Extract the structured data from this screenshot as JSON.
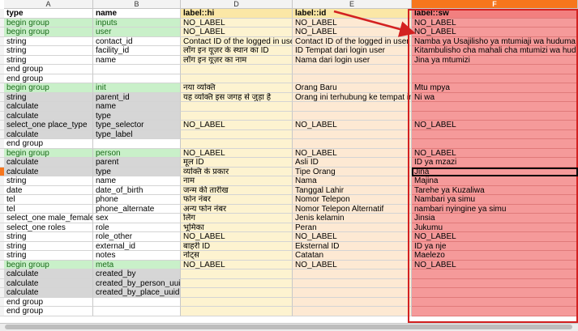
{
  "columns": [
    "A",
    "B",
    "D",
    "E",
    "F"
  ],
  "header": {
    "a": "type",
    "b": "name",
    "d": "label::hi",
    "e": "label::id",
    "f": "label::sw"
  },
  "rows": [
    {
      "style": "green",
      "a": "begin group",
      "b": "inputs",
      "d": "NO_LABEL",
      "e": "NO_LABEL",
      "f": "NO_LABEL"
    },
    {
      "style": "green",
      "a": "begin group",
      "b": "user",
      "d": "NO_LABEL",
      "e": "NO_LABEL",
      "f": "NO_LABEL"
    },
    {
      "style": "",
      "a": "string",
      "b": "contact_id",
      "d": "Contact ID of the logged in user",
      "e": "Contact ID of the logged in user",
      "f": "Namba ya Usajilisho ya mtumiaji wa huduma"
    },
    {
      "style": "",
      "a": "string",
      "b": "facility_id",
      "d": "लॉग इन यूज़र के स्थान का ID",
      "e": "ID Tempat dari login user",
      "f": "Kitambulisho cha mahali cha mtumizi wa huduma"
    },
    {
      "style": "",
      "a": "string",
      "b": "name",
      "d": "लॉग इन यूज़र का नाम",
      "e": "Nama dari login user",
      "f": "Jina ya mtumizi"
    },
    {
      "style": "",
      "a": "end group",
      "b": "",
      "d": "",
      "e": "",
      "f": ""
    },
    {
      "style": "",
      "a": "end group",
      "b": "",
      "d": "",
      "e": "",
      "f": ""
    },
    {
      "style": "green",
      "a": "begin group",
      "b": "init",
      "d": "नया व्यक्ति",
      "e": "Orang Baru",
      "f": "Mtu mpya"
    },
    {
      "style": "grey",
      "a": "string",
      "b": "parent_id",
      "d": "यह व्यक्ति इस जगह से जुड़ा है",
      "e": "Orang ini terhubung ke tempat ini",
      "f": "Ni wa"
    },
    {
      "style": "grey",
      "a": "calculate",
      "b": "name",
      "d": "",
      "e": "",
      "f": ""
    },
    {
      "style": "grey",
      "a": "calculate",
      "b": "type",
      "d": "",
      "e": "",
      "f": ""
    },
    {
      "style": "grey",
      "a": "select_one place_type",
      "b": "type_selector",
      "d": "NO_LABEL",
      "e": "NO_LABEL",
      "f": "NO_LABEL"
    },
    {
      "style": "grey",
      "a": "calculate",
      "b": "type_label",
      "d": "",
      "e": "",
      "f": ""
    },
    {
      "style": "",
      "a": "end group",
      "b": "",
      "d": "",
      "e": "",
      "f": ""
    },
    {
      "style": "green",
      "a": "begin group",
      "b": "person",
      "d": "NO_LABEL",
      "e": "NO_LABEL",
      "f": "NO_LABEL"
    },
    {
      "style": "grey",
      "a": "calculate",
      "b": "parent",
      "d": "मूल ID",
      "e": "Asli ID",
      "f": "ID ya mzazi"
    },
    {
      "style": "grey",
      "a": "calculate",
      "b": "type",
      "d": "व्यक्ति के प्रकार",
      "e": "Tipe Orang",
      "f": "Jina"
    },
    {
      "style": "",
      "a": "string",
      "b": "name",
      "d": "नाम",
      "e": "Nama",
      "f": "Majina"
    },
    {
      "style": "",
      "a": "date",
      "b": "date_of_birth",
      "d": "जन्म की तारीख",
      "e": "Tanggal Lahir",
      "f": "Tarehe ya Kuzaliwa"
    },
    {
      "style": "",
      "a": "tel",
      "b": "phone",
      "d": "फोन नंबर",
      "e": "Nomor Telepon",
      "f": "Nambari ya simu"
    },
    {
      "style": "",
      "a": "tel",
      "b": "phone_alternate",
      "d": "अन्य फोन नंबर",
      "e": "Nomor Telepon Alternatif",
      "f": "nambari nyingine ya simu"
    },
    {
      "style": "",
      "a": "select_one male_female",
      "b": "sex",
      "d": "लिंग",
      "e": "Jenis kelamin",
      "f": "Jinsia"
    },
    {
      "style": "",
      "a": "select_one roles",
      "b": "role",
      "d": "भूमिका",
      "e": "Peran",
      "f": "Jukumu"
    },
    {
      "style": "",
      "a": "string",
      "b": "role_other",
      "d": "NO_LABEL",
      "e": "NO_LABEL",
      "f": "NO_LABEL"
    },
    {
      "style": "",
      "a": "string",
      "b": "external_id",
      "d": "बाहरी ID",
      "e": "Eksternal ID",
      "f": "ID ya nje"
    },
    {
      "style": "",
      "a": "string",
      "b": "notes",
      "d": "नोट्स",
      "e": "Catatan",
      "f": "Maelezo"
    },
    {
      "style": "green",
      "a": "begin group",
      "b": "meta",
      "d": "NO_LABEL",
      "e": "NO_LABEL",
      "f": "NO_LABEL"
    },
    {
      "style": "grey",
      "a": "calculate",
      "b": "created_by",
      "d": "",
      "e": "",
      "f": ""
    },
    {
      "style": "grey",
      "a": "calculate",
      "b": "created_by_person_uuid",
      "d": "",
      "e": "",
      "f": ""
    },
    {
      "style": "grey",
      "a": "calculate",
      "b": "created_by_place_uuid",
      "d": "",
      "e": "",
      "f": ""
    },
    {
      "style": "",
      "a": "end group",
      "b": "",
      "d": "",
      "e": "",
      "f": ""
    },
    {
      "style": "",
      "a": "end group",
      "b": "",
      "d": "",
      "e": "",
      "f": ""
    }
  ],
  "selected_column": "F",
  "selected_row_index": 16,
  "colors": {
    "selected_header": "#f6761d",
    "annotation": "#d32121",
    "col_f_fill": "#f59a9a"
  }
}
